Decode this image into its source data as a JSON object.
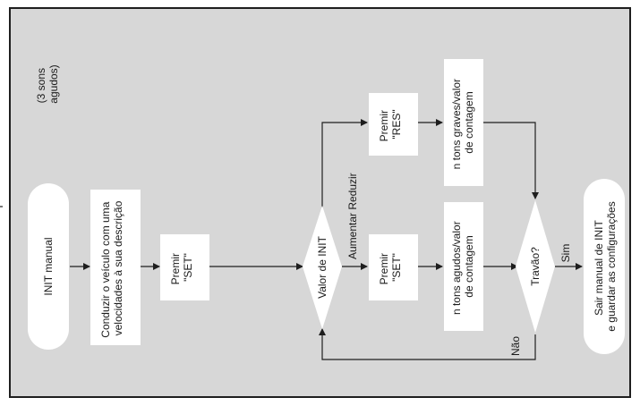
{
  "nodes": {
    "start": [
      "INIT manual"
    ],
    "drive": [
      "Conduzir o veículo com uma",
      "velocidades à sua descrição"
    ],
    "press_set_1": [
      "Premir",
      "\"SET\""
    ],
    "decision_init": [
      "Valor de INIT"
    ],
    "press_res": [
      "Premir",
      "\"RES\""
    ],
    "press_set_2": [
      "Premir",
      "\"SET\""
    ],
    "low_tones": [
      "n tons graves/valor",
      "de contagem"
    ],
    "high_tones": [
      "n tons agudos/valor",
      "de contagem"
    ],
    "decision_lock": [
      "Travão?"
    ],
    "end": [
      "Sair manual de INIT",
      "e guardar as configurações"
    ]
  },
  "labels": {
    "three_beeps": [
      "(3 sons",
      "agudos)"
    ],
    "increase": "Aumentar",
    "reduce": "Reduzir",
    "yes": "Sim",
    "no": "Não"
  },
  "colors": {
    "background": "#d7d7d7",
    "box": "#ffffff",
    "line": "#1e1e1e"
  }
}
